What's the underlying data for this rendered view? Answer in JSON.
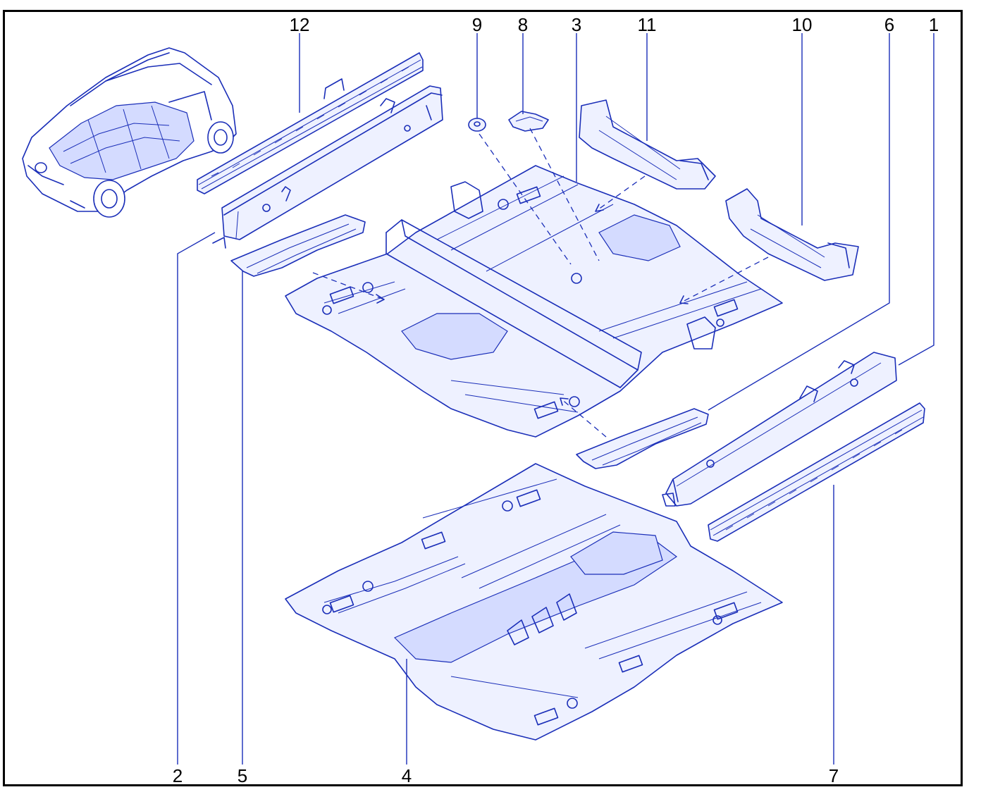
{
  "colors": {
    "line": "#1a2eb8",
    "frame": "#000000",
    "fill": "#eef1ff"
  },
  "callouts": [
    {
      "id": "c12",
      "label": "12"
    },
    {
      "id": "c9",
      "label": "9"
    },
    {
      "id": "c8",
      "label": "8"
    },
    {
      "id": "c3",
      "label": "3"
    },
    {
      "id": "c11",
      "label": "11"
    },
    {
      "id": "c10",
      "label": "10"
    },
    {
      "id": "c6",
      "label": "6"
    },
    {
      "id": "c1",
      "label": "1"
    },
    {
      "id": "c2",
      "label": "2"
    },
    {
      "id": "c5",
      "label": "5"
    },
    {
      "id": "c4",
      "label": "4"
    },
    {
      "id": "c7",
      "label": "7"
    }
  ]
}
